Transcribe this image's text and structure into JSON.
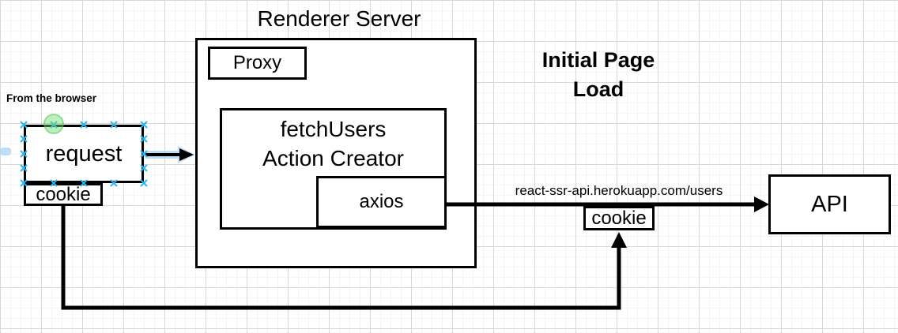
{
  "diagram": {
    "title": "Initial Page\nLoad",
    "annotations": {
      "from_browser": "From the browser",
      "renderer_server_title": "Renderer Server",
      "api_url": "react-ssr-api.herokuapp.com/users"
    },
    "nodes": {
      "request": "request",
      "cookie_left": "cookie",
      "proxy": "Proxy",
      "fetch_users": "fetchUsers\nAction Creator",
      "axios": "axios",
      "cookie_right": "cookie",
      "api": "API"
    },
    "edges": [
      {
        "name": "browser-to-request",
        "state": "selected-highlight"
      },
      {
        "name": "request-to-renderer-server",
        "state": "selected-highlight"
      },
      {
        "name": "axios-to-api",
        "label": "react-ssr-api.herokuapp.com/users"
      },
      {
        "name": "cookie-left-to-cookie-right"
      }
    ],
    "colors": {
      "edge": "#000000",
      "node_border": "#000000",
      "node_fill": "#ffffff",
      "connection_handle_blue": "#29b6f2",
      "selection_halo_blue": "#a8d3f5",
      "connect_highlight_green": "#6fdb6f",
      "grid_minor": "#f4f4f4",
      "grid_major": "#d8d8d8",
      "text": "#000000"
    }
  }
}
